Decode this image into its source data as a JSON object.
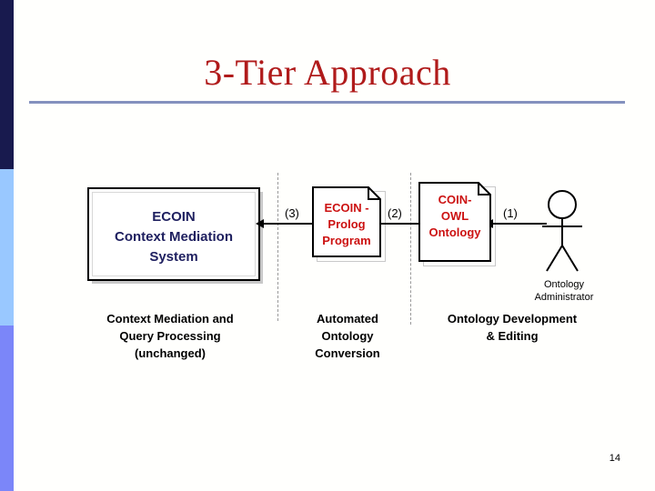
{
  "slide": {
    "title": "3-Tier Approach",
    "page_number": "14",
    "title_color": "#b01b1b",
    "rule_color": "#8491be"
  },
  "rail": {
    "navy": "#181a4e",
    "light_blue": "#99c8ff",
    "periwinkle": "#7b86f9"
  },
  "diagram": {
    "ecoin_box": {
      "line1": "ECOIN",
      "line2": "Context Mediation",
      "line3": "System",
      "text_color": "#1f2060"
    },
    "prolog_doc": {
      "line1": "ECOIN -",
      "line2": "Prolog",
      "line3": "Program",
      "text_color": "#cc1111"
    },
    "owl_doc": {
      "line1": "COIN-",
      "line2": "OWL",
      "line3": "Ontology",
      "text_color": "#cc1111"
    },
    "actor": {
      "line1": "Ontology",
      "line2": "Administrator"
    },
    "arrows": [
      {
        "label": "(3)"
      },
      {
        "label": "(2)"
      },
      {
        "label": "(1)"
      }
    ]
  },
  "captions": {
    "left": {
      "line1": "Context Mediation and",
      "line2": "Query Processing",
      "line3": "(unchanged)"
    },
    "middle": {
      "line1": "Automated",
      "line2": "Ontology",
      "line3": "Conversion"
    },
    "right": {
      "line1": "Ontology Development",
      "line2": "& Editing"
    }
  }
}
